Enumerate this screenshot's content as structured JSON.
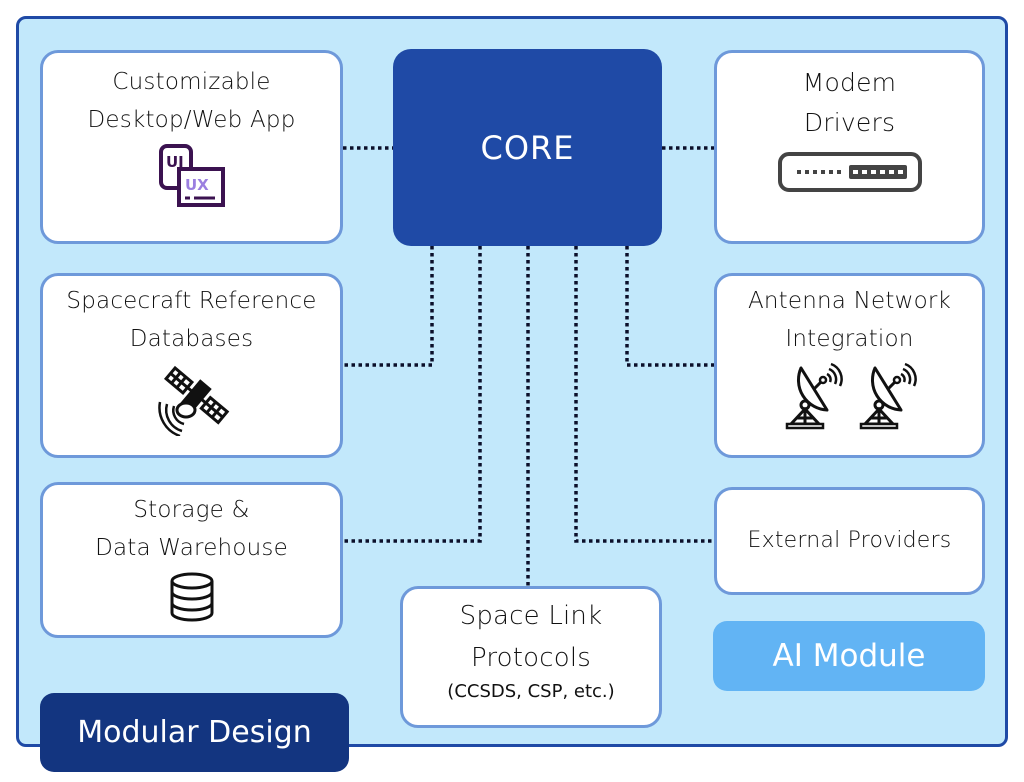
{
  "diagram": {
    "core": {
      "label": "CORE"
    },
    "modules": [
      {
        "id": "desktop-app",
        "lines": [
          "Customizable",
          "Desktop/Web App"
        ],
        "icon": "ui-ux-icon"
      },
      {
        "id": "spacecraft-db",
        "lines": [
          "Spacecraft Reference",
          "Databases"
        ],
        "icon": "satellite-icon"
      },
      {
        "id": "storage",
        "lines": [
          "Storage &",
          "Data Warehouse"
        ],
        "icon": "database-icon"
      },
      {
        "id": "space-link",
        "lines": [
          "Space Link",
          "Protocols"
        ],
        "subtitle": "(CCSDS, CSP, etc.)"
      },
      {
        "id": "modem",
        "lines": [
          "Modem",
          "Drivers"
        ],
        "icon": "modem-icon"
      },
      {
        "id": "antenna",
        "lines": [
          "Antenna Network",
          "Integration"
        ],
        "icon": "satellite-dish-icon"
      },
      {
        "id": "external",
        "lines": [
          "External Providers"
        ]
      }
    ],
    "ai_module": {
      "label": "AI Module"
    },
    "badge": {
      "label": "Modular Design"
    },
    "connections": [
      {
        "from": "core",
        "to": "desktop-app",
        "style": "dotted"
      },
      {
        "from": "core",
        "to": "modem",
        "style": "dotted"
      },
      {
        "from": "core",
        "to": "spacecraft-db",
        "style": "dotted"
      },
      {
        "from": "core",
        "to": "storage",
        "style": "dotted"
      },
      {
        "from": "core",
        "to": "space-link",
        "style": "dotted"
      },
      {
        "from": "core",
        "to": "external",
        "style": "dotted"
      },
      {
        "from": "core",
        "to": "antenna",
        "style": "dotted"
      }
    ],
    "colors": {
      "background": "#c2e8fb",
      "frame_border": "#1f4aa6",
      "core": "#1f4aa6",
      "box_border": "#6e99da",
      "ai_module": "#62b4f4",
      "badge": "#133580",
      "ui_ux_icon": "#3b1250",
      "ui_ux_icon_accent": "#9b7fe0"
    }
  }
}
